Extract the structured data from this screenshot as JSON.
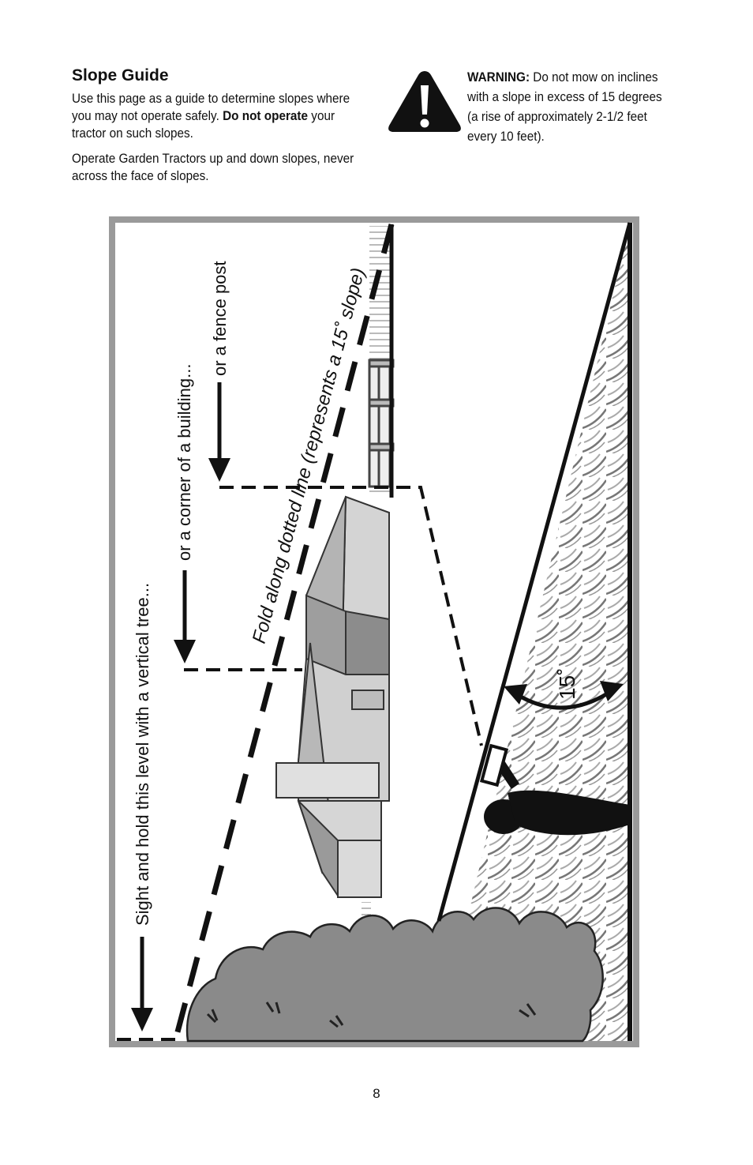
{
  "section": {
    "title": "Slope Guide",
    "intro": "Use this page as a guide to determine slopes where you may not operate safely.",
    "intro_bold": "Do not operate",
    "intro_end": "your tractor on such slopes.",
    "paragraph2": "Operate Garden Tractors up and down slopes, never across the face of slopes."
  },
  "warning": {
    "label": "WARNING:",
    "text": "Do not mow on inclines with a slope in excess of 15 degrees (a rise of approximately 2-1/2 feet every 10 feet)."
  },
  "diagram": {
    "label_tree": "Sight and hold this level with a vertical tree...",
    "label_building": "or a corner of a building...",
    "label_fence": "or a fence post",
    "label_fold": "Fold along dotted line (represents a 15˚ slope)",
    "angle_label": "15˚"
  },
  "page_number": "8"
}
